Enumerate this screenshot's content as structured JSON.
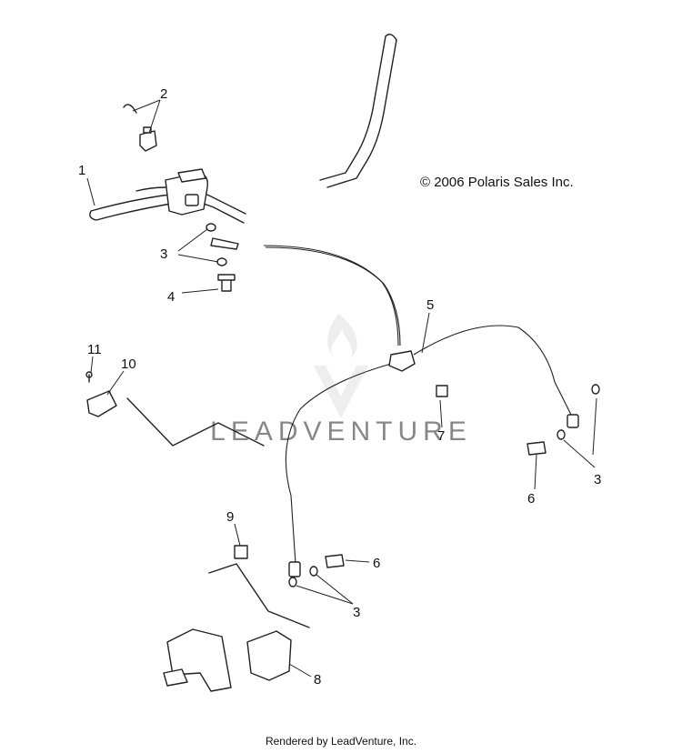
{
  "copyright": "© 2006 Polaris Sales Inc.",
  "watermark": "LEADVENTURE",
  "footer": "Rendered by LeadVenture, Inc.",
  "callouts": [
    {
      "id": "callout-1",
      "label": "1"
    },
    {
      "id": "callout-2",
      "label": "2"
    },
    {
      "id": "callout-3a",
      "label": "3"
    },
    {
      "id": "callout-4",
      "label": "4"
    },
    {
      "id": "callout-5",
      "label": "5"
    },
    {
      "id": "callout-3b",
      "label": "3"
    },
    {
      "id": "callout-6a",
      "label": "6"
    },
    {
      "id": "callout-7",
      "label": "7"
    },
    {
      "id": "callout-11",
      "label": "11"
    },
    {
      "id": "callout-10",
      "label": "10"
    },
    {
      "id": "callout-9",
      "label": "9"
    },
    {
      "id": "callout-6b",
      "label": "6"
    },
    {
      "id": "callout-3c",
      "label": "3"
    },
    {
      "id": "callout-8",
      "label": "8"
    }
  ]
}
